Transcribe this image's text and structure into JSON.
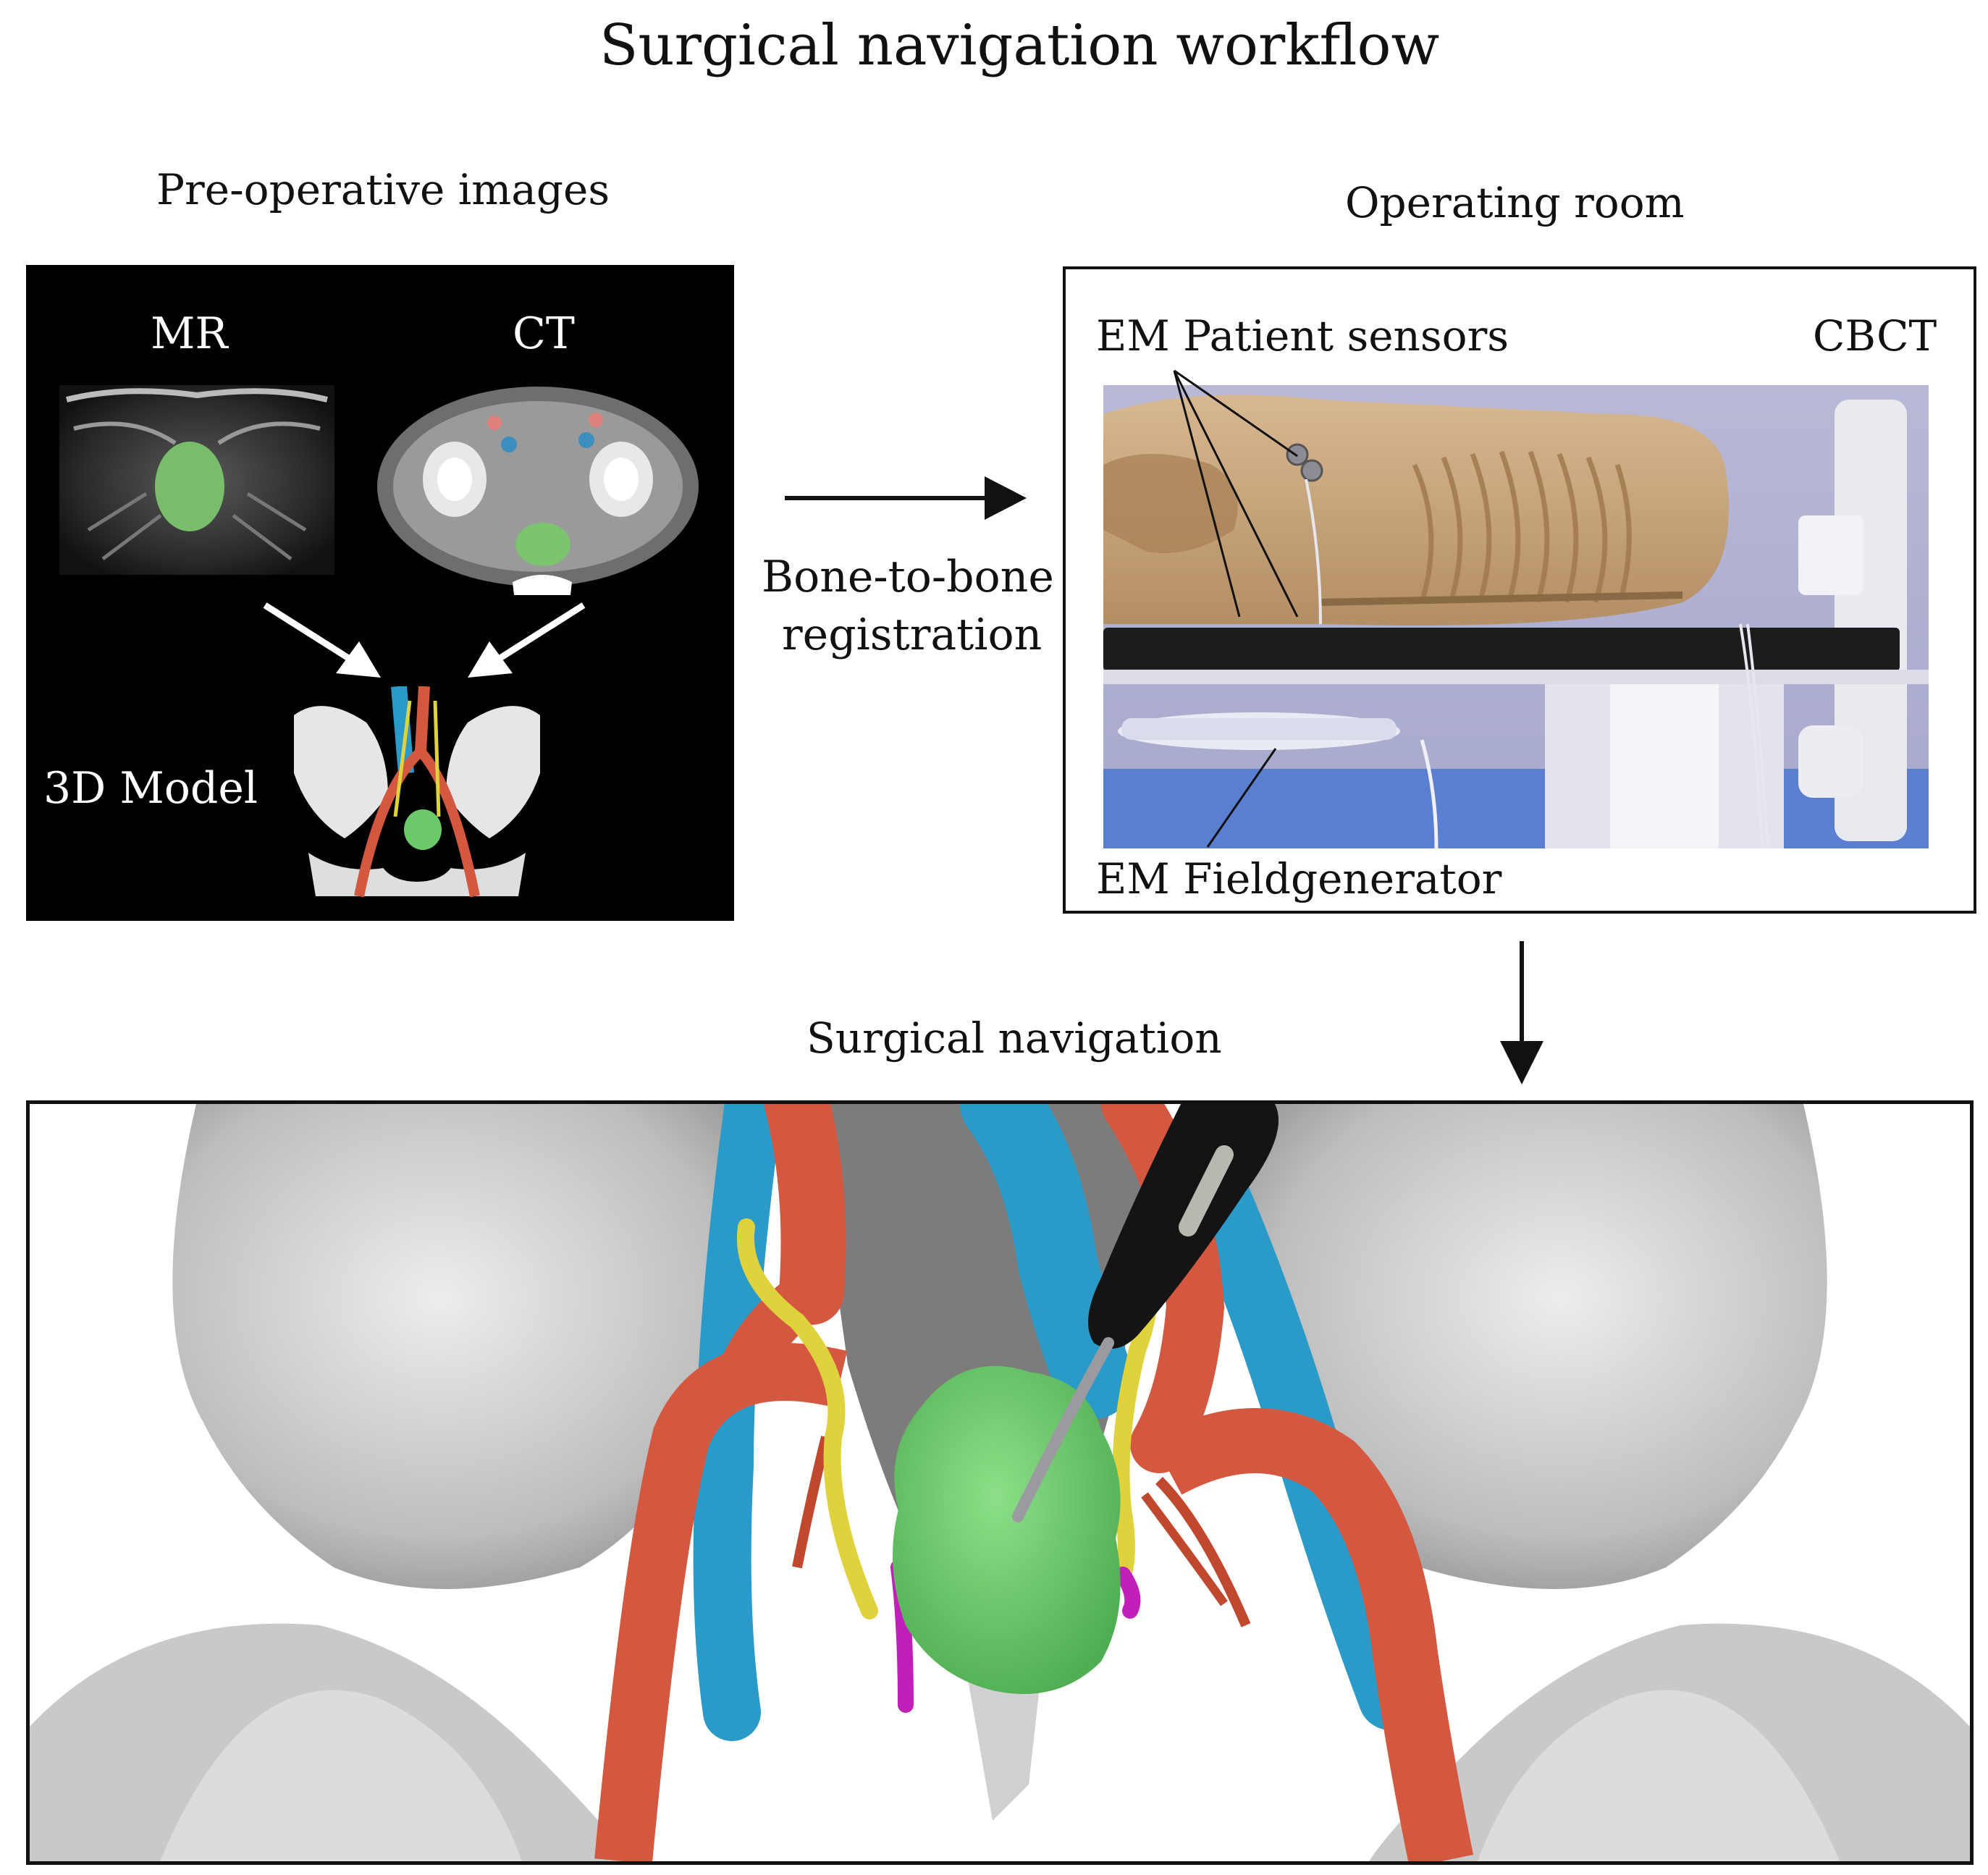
{
  "title": "Surgical navigation workflow",
  "preop": {
    "heading": "Pre-operative images",
    "mr_label": "MR",
    "ct_label": "CT",
    "model_label": "3D Model"
  },
  "registration": {
    "line1": "Bone-to-bone",
    "line2": "registration"
  },
  "operating_room": {
    "heading": "Operating room",
    "sensors_label": "EM Patient sensors",
    "cbct_label": "CBCT",
    "fieldgen_label": "EM Fieldgenerator"
  },
  "navigation": {
    "heading": "Surgical navigation"
  },
  "colors": {
    "artery": "#d4573f",
    "vein": "#2a9ac8",
    "ureter": "#e0d23c",
    "tumor": "#6cc96a",
    "nerve": "#c020b8",
    "bone": "#d9d9d9",
    "body": "#c9a57a",
    "floor": "#5b7fd0"
  }
}
